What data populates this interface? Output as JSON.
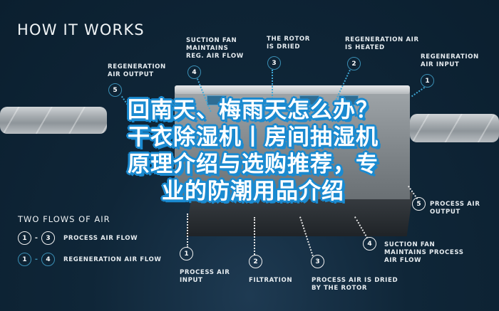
{
  "heading": "HOW IT WORKS",
  "colors": {
    "background": "#0f2638",
    "regeneration_accent": "#3a8fb5",
    "process_accent": "#f2f2f2",
    "overlay_outline": "#1a8ad0",
    "overlay_text": "#ffffff"
  },
  "top_callouts": [
    {
      "number": "5",
      "label": "REGENERATION\nAIR OUTPUT",
      "flow": "regeneration"
    },
    {
      "number": "4",
      "label": "SUCTION FAN\nMAINTAINS\nREG. AIR FLOW",
      "flow": "regeneration"
    },
    {
      "number": "3",
      "label": "THE ROTOR\nIS DRIED",
      "flow": "regeneration"
    },
    {
      "number": "2",
      "label": "REGENERATION AIR\nIS HEATED",
      "flow": "regeneration"
    },
    {
      "number": "1",
      "label": "REGENERATION\nAIR INPUT",
      "flow": "regeneration"
    }
  ],
  "bottom_callouts": [
    {
      "number": "1",
      "label": "PROCESS AIR\nINPUT",
      "flow": "process"
    },
    {
      "number": "2",
      "label": "FILTRATION",
      "flow": "process"
    },
    {
      "number": "3",
      "label": "PROCESS AIR IS DRIED\nBY THE ROTOR",
      "flow": "process"
    },
    {
      "number": "4",
      "label": "SUCTION FAN\nMAINTAINS PROCESS\nAIR FLOW",
      "flow": "process"
    },
    {
      "number": "5",
      "label": "PROCESS AIR\nOUTPUT",
      "flow": "process"
    }
  ],
  "legend": {
    "title": "TWO FLOWS OF AIR",
    "rows": [
      {
        "from": "1",
        "dash": "-",
        "to": "3",
        "label": "PROCESS AIR FLOW",
        "flow": "process"
      },
      {
        "from": "1",
        "dash": "-",
        "to": "4",
        "label": "REGENERATION AIR FLOW",
        "flow": "regeneration"
      }
    ]
  },
  "overlay_title": {
    "lines": [
      "回南天、梅雨天怎么办？",
      "干衣除湿机丨房间抽湿机",
      "原理介绍与选购推荐，专",
      "业的防潮用品介绍"
    ]
  }
}
